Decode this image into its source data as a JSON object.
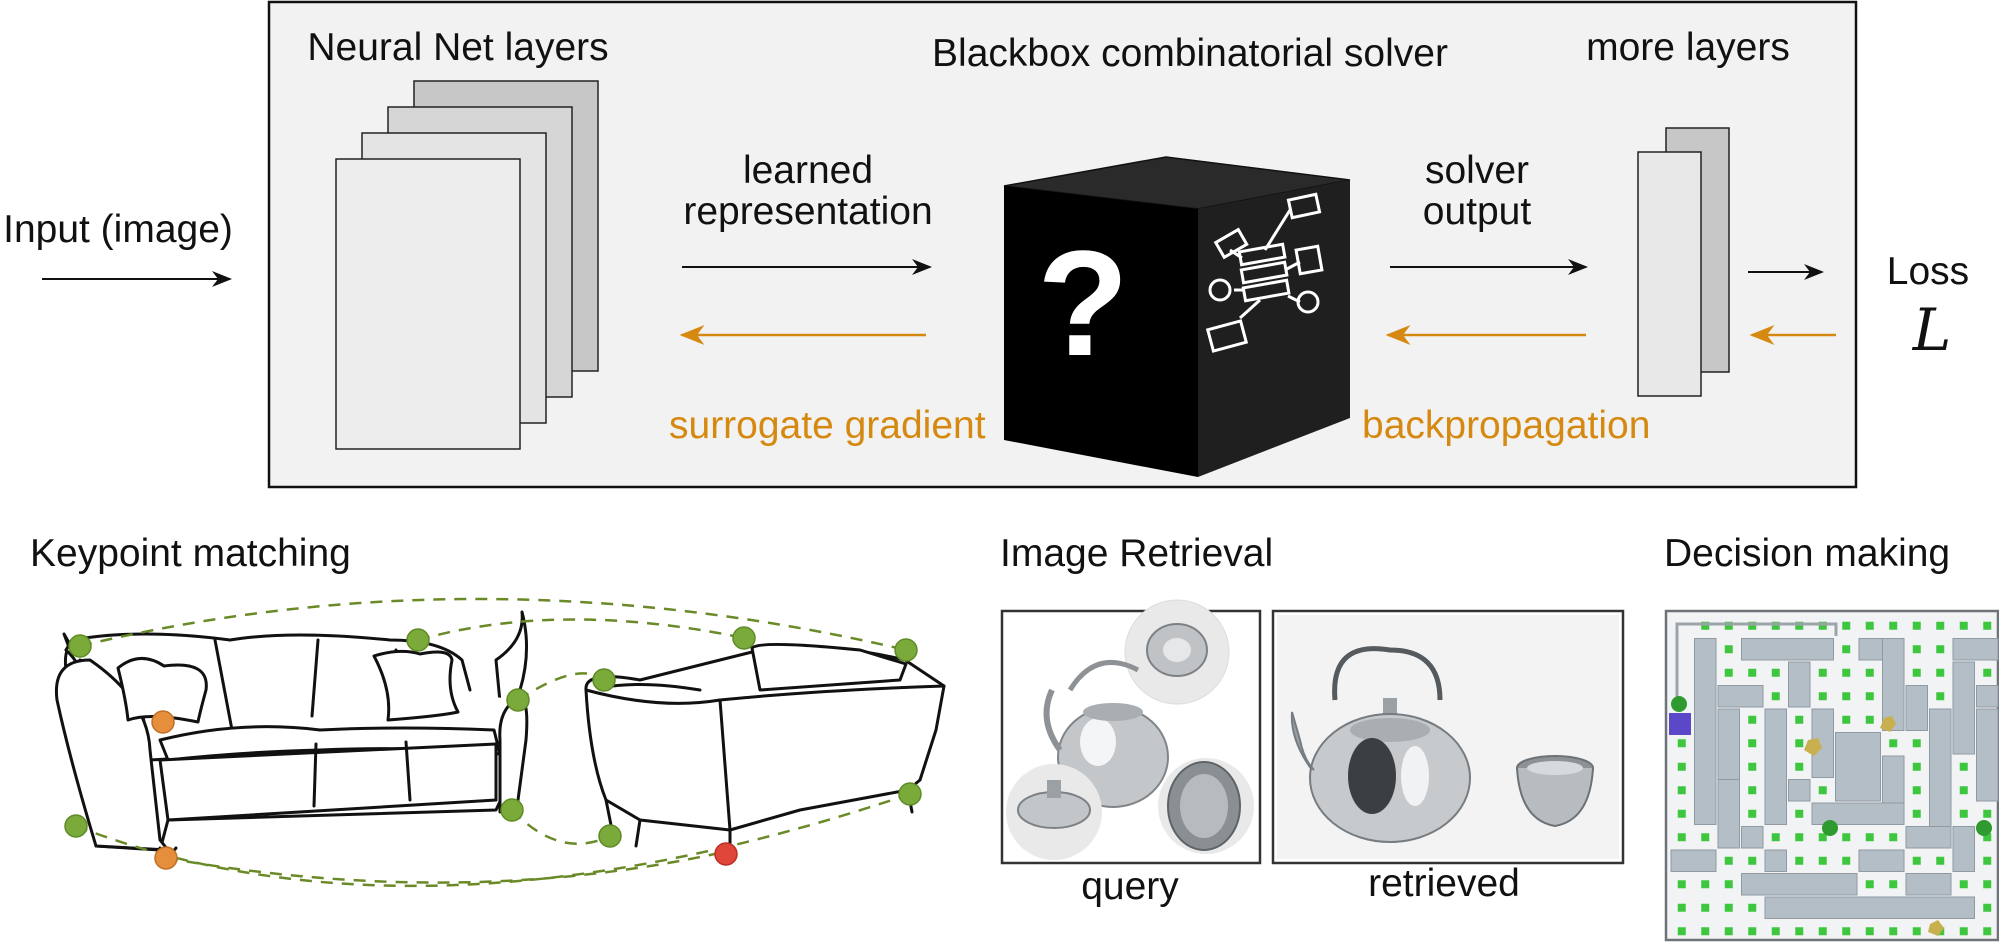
{
  "pipeline": {
    "input_label": "Input (image)",
    "nn_layers_label": "Neural Net layers",
    "solver_label": "Blackbox combinatorial solver",
    "more_layers_label": "more layers",
    "learned_line1": "learned",
    "learned_line2": "representation",
    "solver_output_line1": "solver",
    "solver_output_line2": "output",
    "loss_label": "Loss",
    "loss_symbol": "L",
    "surrogate_label": "surrogate gradient",
    "backprop_label": "backpropagation",
    "question_mark": "?"
  },
  "applications": {
    "keypoint_title": "Keypoint matching",
    "retrieval_title": "Image Retrieval",
    "query_label": "query",
    "retrieved_label": "retrieved",
    "decision_title": "Decision making"
  },
  "colors": {
    "gradient_arrow": "#d68910",
    "box_bg": "#f2f2f2",
    "keypoint_green": "#7aab3a",
    "keypoint_orange": "#e58e3c",
    "keypoint_red": "#e0453a",
    "maze_wall": "#b4bec6",
    "maze_dot": "#3ec63e"
  }
}
